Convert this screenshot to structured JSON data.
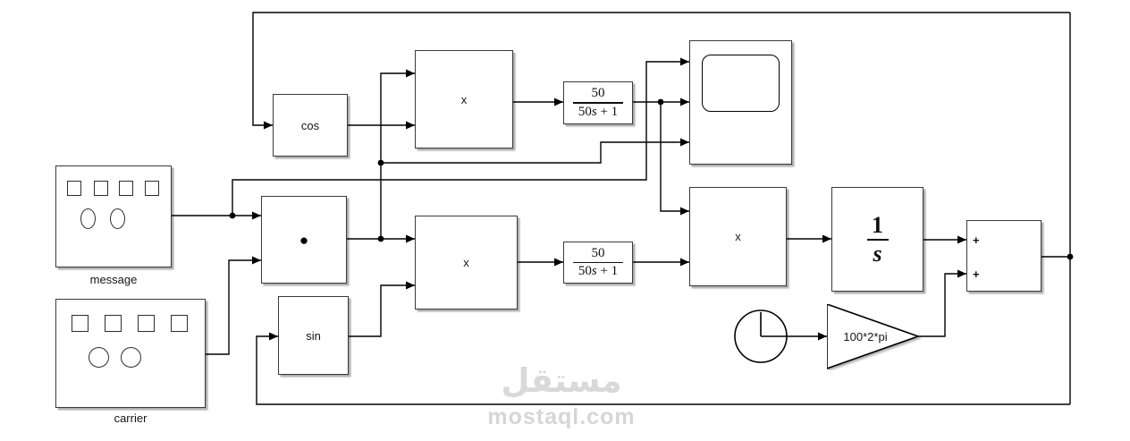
{
  "colors": {
    "wire": "#000000",
    "block_border": "#3a3a3a",
    "block_fill": "#ffffff",
    "shadow": "#a9a9a9",
    "watermark": "#d9d9d9"
  },
  "watermark": {
    "arabic": "مستقل",
    "latin": "mostaql.com"
  },
  "blocks": {
    "message": {
      "label": "message"
    },
    "carrier": {
      "label": "carrier"
    },
    "cos": {
      "label": "cos"
    },
    "sin": {
      "label": "sin"
    },
    "dot_product": {
      "symbol": "●"
    },
    "product_top": {
      "label": "x"
    },
    "product_mid": {
      "label": "x"
    },
    "product_demod": {
      "label": "x"
    },
    "lowpass1": {
      "numerator": "50",
      "den_coeff": "50",
      "den_var": "s",
      "den_rest": " + 1"
    },
    "lowpass2": {
      "numerator": "50",
      "den_coeff": "50",
      "den_var": "s",
      "den_rest": " + 1"
    },
    "integrator": {
      "numerator": "1",
      "denominator": "s"
    },
    "gain": {
      "label": "100*2*pi"
    },
    "sum": {
      "sign_top": "+",
      "sign_bottom": "+"
    }
  }
}
